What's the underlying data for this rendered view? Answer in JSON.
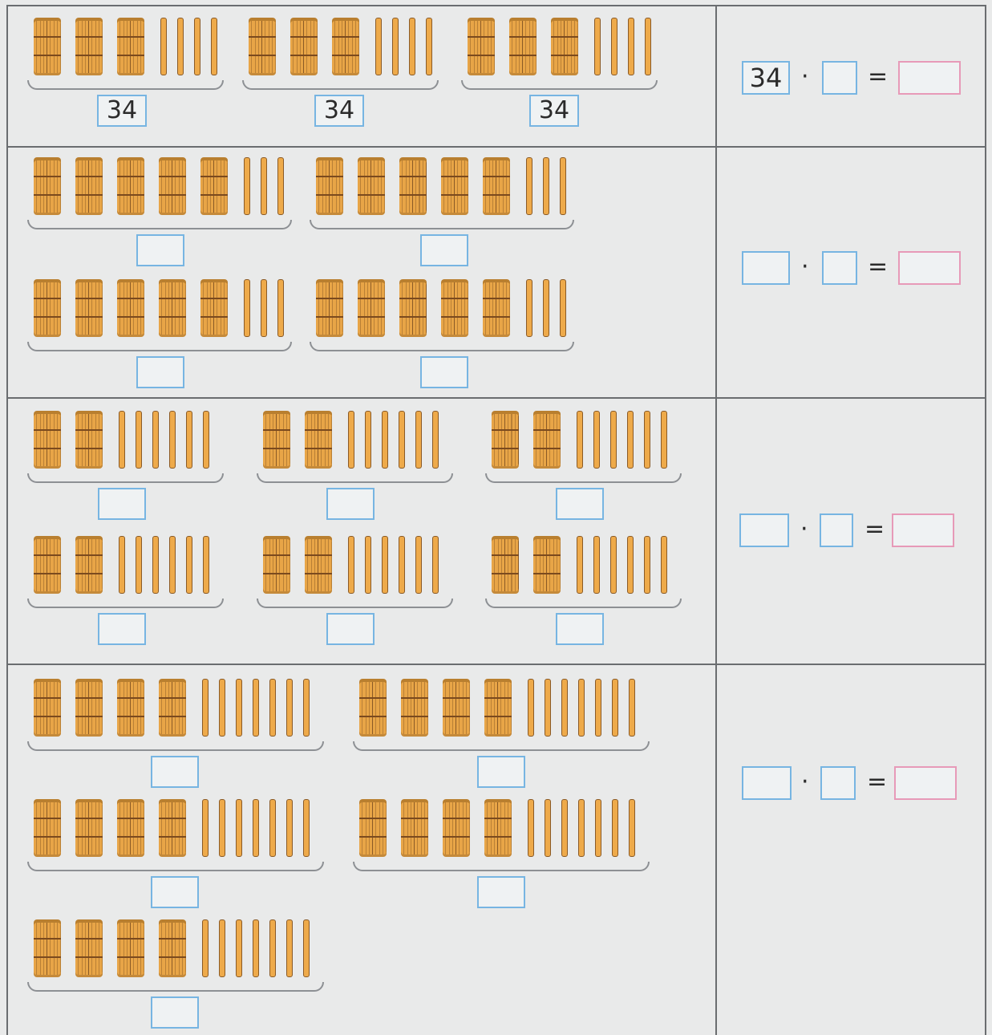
{
  "rows": [
    {
      "groups": [
        {
          "bundles": 3,
          "sticks": 4,
          "value": "34"
        },
        {
          "bundles": 3,
          "sticks": 4,
          "value": "34"
        },
        {
          "bundles": 3,
          "sticks": 4,
          "value": "34"
        }
      ],
      "equation": {
        "operand1": "34",
        "operator": "·",
        "operand2": "",
        "equals": "=",
        "result": ""
      }
    },
    {
      "groups": [
        {
          "bundles": 5,
          "sticks": 3,
          "value": ""
        },
        {
          "bundles": 5,
          "sticks": 3,
          "value": ""
        },
        {
          "bundles": 5,
          "sticks": 3,
          "value": ""
        },
        {
          "bundles": 5,
          "sticks": 3,
          "value": ""
        }
      ],
      "equation": {
        "operand1": "",
        "operator": "·",
        "operand2": "",
        "equals": "=",
        "result": ""
      }
    },
    {
      "groups": [
        {
          "bundles": 2,
          "sticks": 6,
          "value": ""
        },
        {
          "bundles": 2,
          "sticks": 6,
          "value": ""
        },
        {
          "bundles": 2,
          "sticks": 6,
          "value": ""
        },
        {
          "bundles": 2,
          "sticks": 6,
          "value": ""
        },
        {
          "bundles": 2,
          "sticks": 6,
          "value": ""
        },
        {
          "bundles": 2,
          "sticks": 6,
          "value": ""
        }
      ],
      "equation": {
        "operand1": "",
        "operator": "·",
        "operand2": "",
        "equals": "=",
        "result": ""
      }
    },
    {
      "groups": [
        {
          "bundles": 4,
          "sticks": 7,
          "value": ""
        },
        {
          "bundles": 4,
          "sticks": 7,
          "value": ""
        },
        {
          "bundles": 4,
          "sticks": 7,
          "value": ""
        },
        {
          "bundles": 4,
          "sticks": 7,
          "value": ""
        },
        {
          "bundles": 4,
          "sticks": 7,
          "value": ""
        }
      ],
      "equation": {
        "operand1": "",
        "operator": "·",
        "operand2": "",
        "equals": "=",
        "result": ""
      }
    }
  ]
}
